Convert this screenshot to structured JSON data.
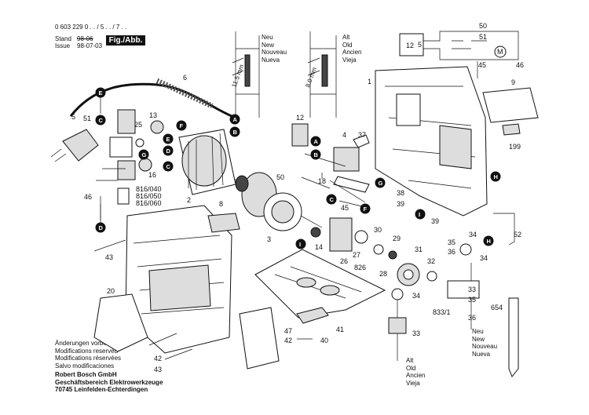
{
  "header": {
    "part_number": "0 603 229 0 . . / 5 . . / 7 . .",
    "stand_label": "Stand",
    "stand_value": "98-06",
    "issue_label": "Issue",
    "issue_value": "98-07-03",
    "figure_label": "Fig./Abb. 1"
  },
  "version_notes": {
    "new": [
      "Neu",
      "New",
      "Nouveau",
      "Nueva"
    ],
    "old": [
      "Alt",
      "Old",
      "Ancien",
      "Vieja"
    ],
    "dim_new": "11.5 mm",
    "dim_old": "8.0 mm"
  },
  "footer": {
    "modifications": [
      "Änderungen vorbehalten",
      "Modifications reserved",
      "Modifications réservées",
      "Salvo modificaciones"
    ],
    "company": [
      "Robert Bosch GmbH",
      "Geschäftsbereich Elektrowerkzeuge",
      "70745 Leinfelden-Echterdingen"
    ]
  },
  "letter_badges": [
    "A",
    "B",
    "C",
    "D",
    "E",
    "F",
    "G",
    "H",
    "I"
  ],
  "part_numbers": [
    "1",
    "2",
    "3",
    "4",
    "5",
    "6",
    "8",
    "9",
    "12",
    "13",
    "14",
    "16",
    "18",
    "20",
    "25",
    "26",
    "27",
    "28",
    "29",
    "30",
    "31",
    "32",
    "33",
    "34",
    "35",
    "36",
    "37",
    "38",
    "39",
    "40",
    "41",
    "42",
    "43",
    "45",
    "46",
    "47",
    "50",
    "51",
    "52",
    "199",
    "654",
    "816/040",
    "816/050",
    "816/060",
    "826",
    "833/1"
  ],
  "wiring_diagram": {
    "labels": [
      "12",
      "5",
      "50",
      "51",
      "45",
      "46",
      "M"
    ]
  }
}
